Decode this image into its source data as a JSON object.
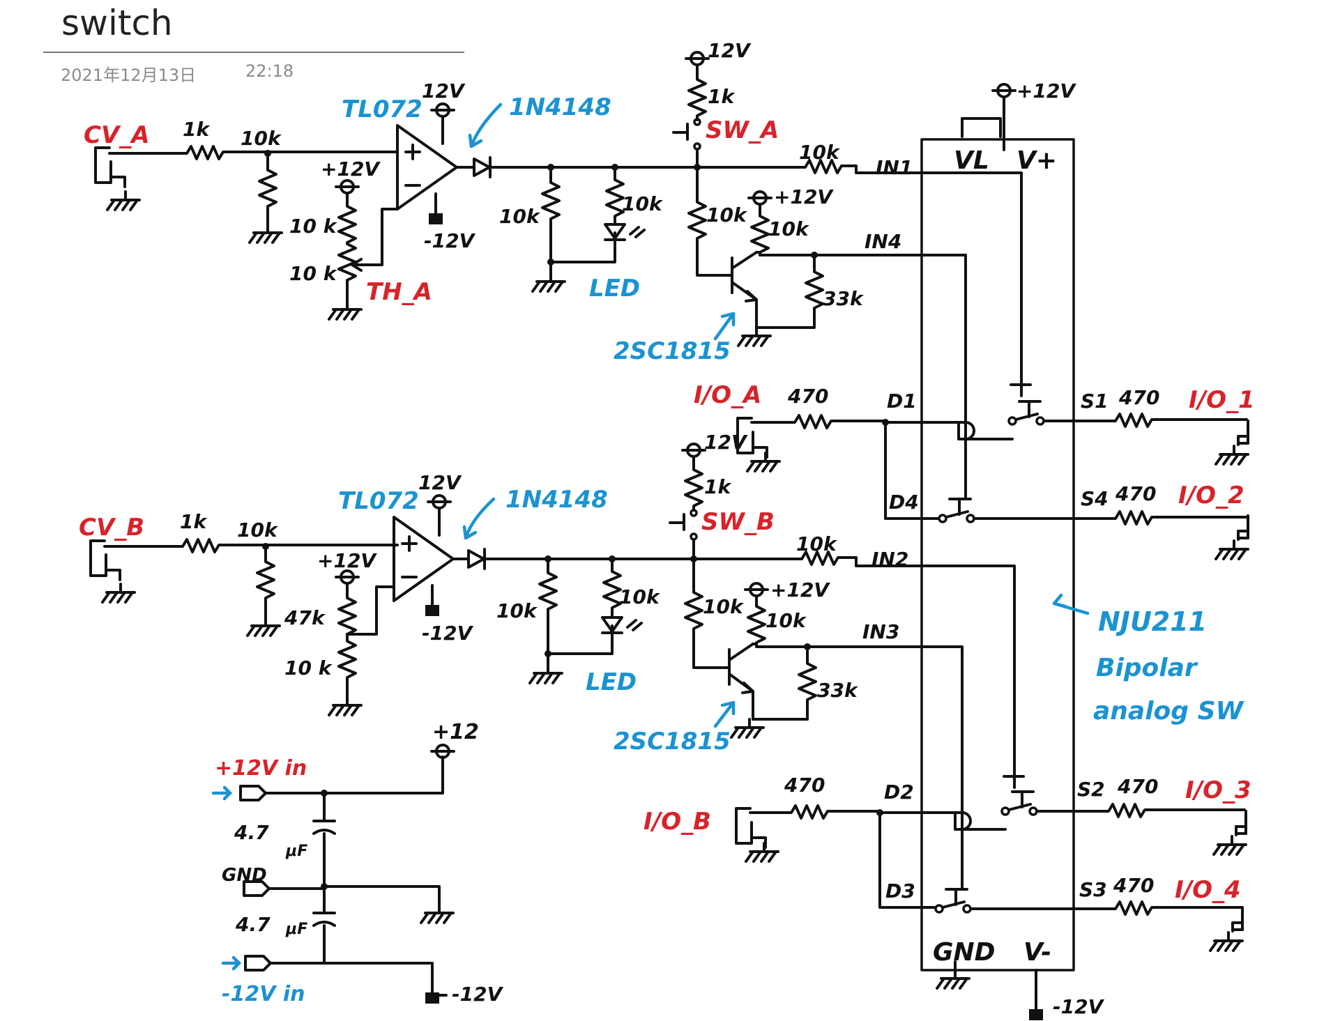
{
  "header": {
    "title": "switch",
    "date": "2021年12月13日",
    "time": "22:18"
  },
  "colors": {
    "ink": "#111111",
    "red_labels": "#d8232a",
    "blue_labels": "#1b93d1"
  },
  "chA": {
    "cv": "CV_A",
    "r_in": "1k",
    "r_gnd": "10k",
    "opamp": "TL072",
    "vpos": "12V",
    "vneg": "-12V",
    "diode": "1N4148",
    "th_vcc": "+12V",
    "th_r1": "10 k",
    "th_r2": "10 k",
    "th": "TH_A",
    "r_pd": "10k",
    "r_led": "10k",
    "led": "LED",
    "sw_vcc": "12V",
    "sw_r": "1k",
    "sw": "SW_A",
    "r_in1": "10k",
    "in1": "IN1",
    "r_b": "10k",
    "q_vcc": "+12V",
    "r_c": "10k",
    "in4": "IN4",
    "r_33": "33k",
    "q": "2SC1815",
    "io": "I/O_A",
    "r_io": "470",
    "d1": "D1",
    "d4": "D4",
    "s1": "S1",
    "s1_r": "470",
    "io1": "I/O_1",
    "s4": "S4",
    "s4_r": "470",
    "io2": "I/O_2"
  },
  "chB": {
    "cv": "CV_B",
    "r_in": "1k",
    "r_gnd": "10k",
    "opamp": "TL072",
    "vpos": "12V",
    "vneg": "-12V",
    "diode": "1N4148",
    "th_vcc": "+12V",
    "th_r1": "47k",
    "th_r2": "10 k",
    "r_pd": "10k",
    "r_led": "10k",
    "led": "LED",
    "sw_vcc": "12V",
    "sw_r": "1k",
    "sw": "SW_B",
    "r_in2": "10k",
    "in2": "IN2",
    "r_b": "10k",
    "q_vcc": "+12V",
    "r_c": "10k",
    "in3": "IN3",
    "r_33": "33k",
    "q": "2SC1815",
    "io": "I/O_B",
    "r_io": "470",
    "d2": "D2",
    "d3": "D3",
    "s2": "S2",
    "s2_r": "470",
    "io3": "I/O_3",
    "s3": "S3",
    "s3_r": "470",
    "io4": "I/O_4"
  },
  "ic": {
    "name": "NJU211",
    "desc1": "Bipolar",
    "desc2": "analog SW",
    "vl": "VL",
    "vplus": "V+",
    "vcc": "+12V",
    "gnd": "GND",
    "vminus": "V-",
    "vee": "-12V"
  },
  "power": {
    "vout": "+12",
    "vin_pos": "+12V in",
    "cap1": "4.7",
    "cap_unit1": "μF",
    "gnd": "GND",
    "cap2": "4.7",
    "cap_unit2": "μF",
    "vin_neg": "-12V in",
    "vneg_out": "-12V"
  }
}
